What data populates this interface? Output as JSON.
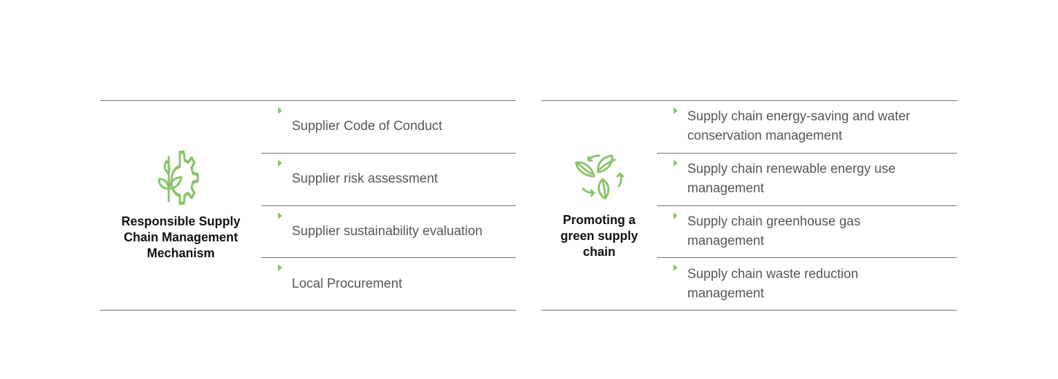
{
  "colors": {
    "accent": "#8cc26d",
    "line": "#6b6b6b",
    "text": "#555555"
  },
  "left": {
    "icon": "plant-gear-icon",
    "title": "Responsible Supply Chain Management Mechanism",
    "items": [
      "Supplier Code of Conduct",
      "Supplier risk assessment",
      "Supplier sustainability evaluation",
      "Local Procurement"
    ]
  },
  "right": {
    "icon": "leaf-recycle-icon",
    "title": "Promoting a green supply chain",
    "items": [
      "Supply chain energy-saving and water conservation management",
      "Supply chain renewable energy use management",
      "Supply chain greenhouse gas management",
      "Supply chain waste reduction management"
    ]
  }
}
